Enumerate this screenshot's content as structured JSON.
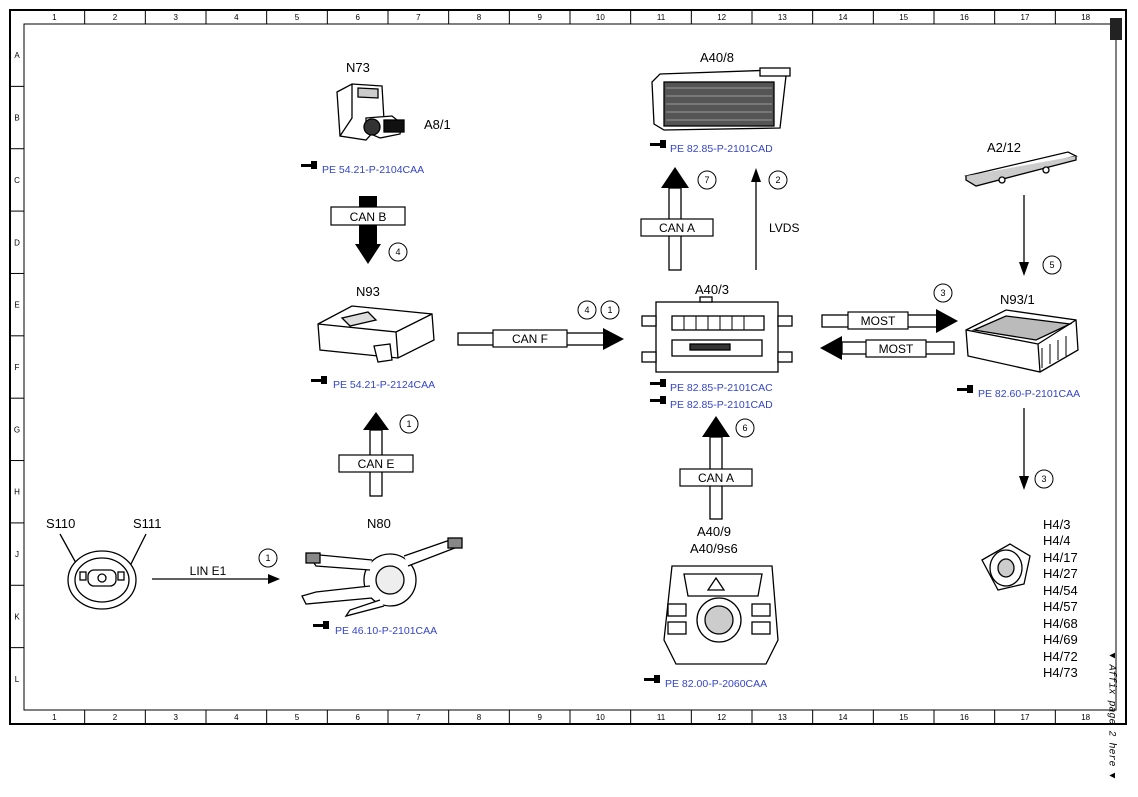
{
  "grid": {
    "columns": [
      "1",
      "2",
      "3",
      "4",
      "5",
      "6",
      "7",
      "8",
      "9",
      "10",
      "11",
      "12",
      "13",
      "14",
      "15",
      "16",
      "17",
      "18"
    ],
    "rows": [
      "A",
      "B",
      "C",
      "D",
      "E",
      "F",
      "G",
      "H",
      "J",
      "K",
      "L"
    ]
  },
  "components": {
    "n73": {
      "label": "N73"
    },
    "a8_1": {
      "label": "A8/1",
      "ref": "PE 54.21-P-2104CAA"
    },
    "n93": {
      "label": "N93",
      "ref": "PE 54.21-P-2124CAA"
    },
    "n80": {
      "label": "N80",
      "ref": "PE 46.10-P-2101CAA"
    },
    "s110": {
      "label": "S110"
    },
    "s111": {
      "label": "S111"
    },
    "a40_8": {
      "label": "A40/8",
      "ref": "PE 82.85-P-2101CAD"
    },
    "a40_3": {
      "label": "A40/3",
      "ref1": "PE 82.85-P-2101CAC",
      "ref2": "PE 82.85-P-2101CAD"
    },
    "a40_9": {
      "label1": "A40/9",
      "label2": "A40/9s6",
      "ref": "PE 82.00-P-2060CAA"
    },
    "a2_12": {
      "label": "A2/12"
    },
    "n93_1": {
      "label": "N93/1",
      "ref": "PE 82.60-P-2101CAA"
    },
    "h4": {
      "labels": [
        "H4/3",
        "H4/4",
        "H4/17",
        "H4/27",
        "H4/54",
        "H4/57",
        "H4/68",
        "H4/69",
        "H4/72",
        "H4/73"
      ]
    }
  },
  "buses": {
    "can_b": "CAN B",
    "can_e": "CAN E",
    "can_f": "CAN F",
    "can_a_upper": "CAN A",
    "can_a_lower": "CAN A",
    "lvds": "LVDS",
    "most_out": "MOST",
    "most_in": "MOST",
    "lin_e1": "LIN E1"
  },
  "callouts": {
    "c_can_b": "4",
    "c_can_e": "1",
    "c_can_f_a": "4",
    "c_can_f_b": "1",
    "c_lin": "1",
    "c_can_a_up": "7",
    "c_lvds": "2",
    "c_can_a_low": "6",
    "c_most": "3",
    "c_a2_12": "5",
    "c_h4": "3"
  },
  "margin_note": "▼ Affix page 2 here ▼",
  "colors": {
    "reference_link": "#3344cc",
    "line": "#000000"
  }
}
